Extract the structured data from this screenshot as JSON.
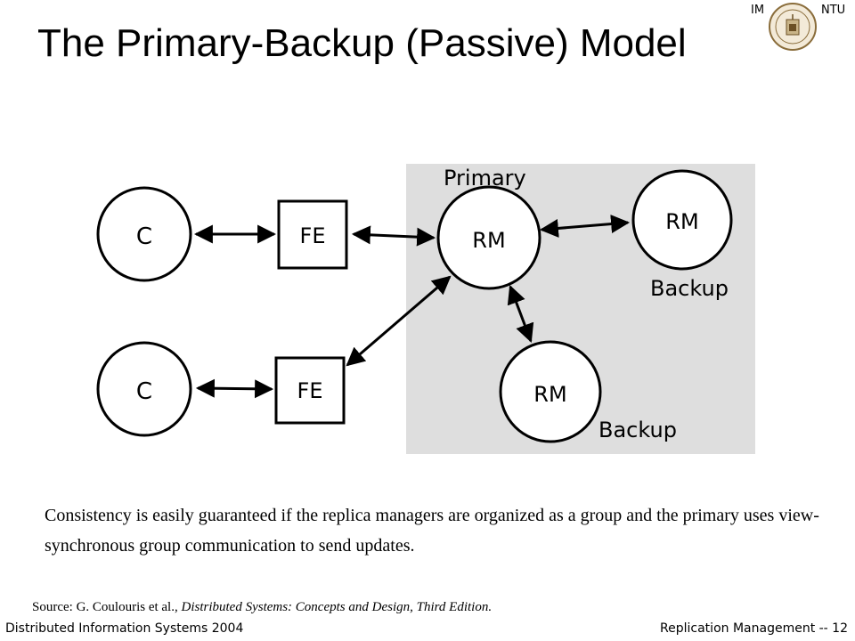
{
  "header": {
    "left_tag": "IM",
    "right_tag": "NTU"
  },
  "title": "The Primary-Backup (Passive) Model",
  "diagram": {
    "region_label": "Primary",
    "nodes": {
      "client_top": "C",
      "client_bottom": "C",
      "fe_top": "FE",
      "fe_bottom": "FE",
      "rm_primary": "RM",
      "rm_backup_1": "RM",
      "rm_backup_2": "RM"
    },
    "backup_label_1": "Backup",
    "backup_label_2": "Backup",
    "colors": {
      "region_fill": "#dedede",
      "stroke": "#000000"
    }
  },
  "body_text": "Consistency is easily guaranteed if the replica managers are organized as a group and the primary uses view-synchronous group communication to send updates.",
  "source": {
    "prefix": "Source: G. Coulouris et al., ",
    "book": "Distributed Systems: Concepts and Design, Third Edition."
  },
  "footer": {
    "left": "Distributed Information Systems 2004",
    "right": "Replication Management -- 12"
  }
}
